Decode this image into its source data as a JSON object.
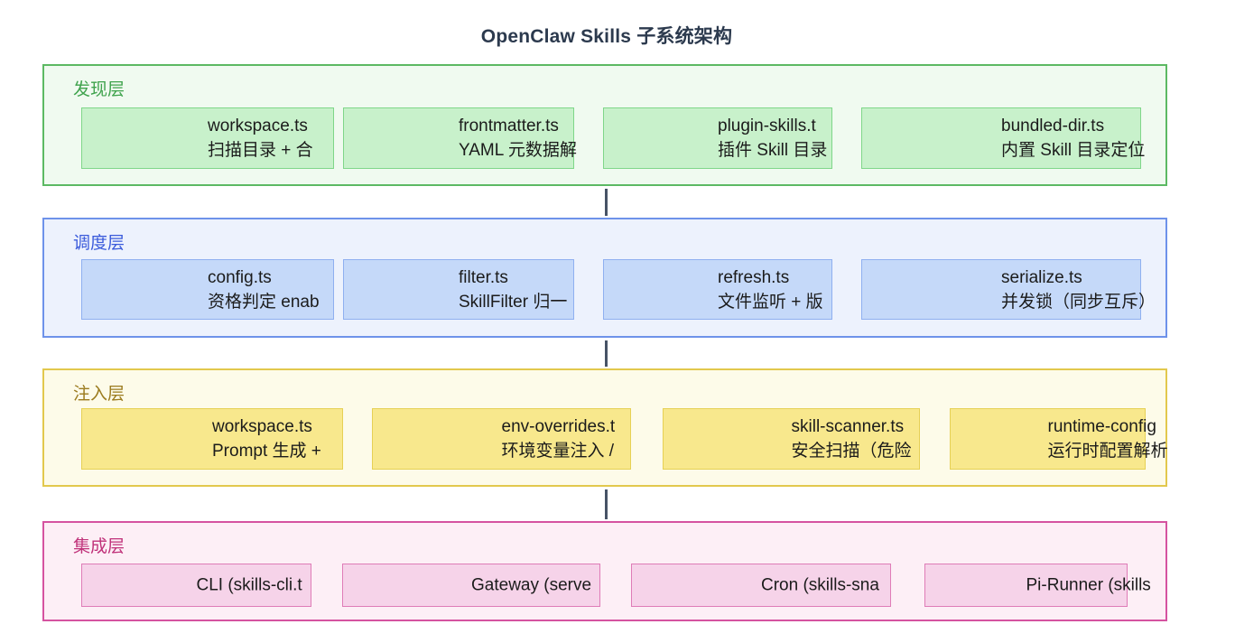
{
  "title": "OpenClaw Skills 子系统架构",
  "title_color": "#2c3a4e",
  "connector_color": "#475366",
  "node_text_color": "#1b1b1b",
  "layers": [
    {
      "name": "发现层",
      "colors": {
        "label": "#3fa34d",
        "container_bg": "#f0faf0",
        "container_border": "#5cb963",
        "box_bg": "#c8f1cb",
        "box_border": "#7fd689"
      },
      "boxes": [
        {
          "line1": "workspace.ts",
          "line2": "扫描目录 + 合"
        },
        {
          "line1": "frontmatter.ts",
          "line2": "YAML 元数据解"
        },
        {
          "line1": "plugin-skills.t",
          "line2": "插件 Skill 目录"
        },
        {
          "line1": "bundled-dir.ts",
          "line2": "内置 Skill 目录定位"
        }
      ]
    },
    {
      "name": "调度层",
      "colors": {
        "label": "#3b5bdb",
        "container_bg": "#edf2fd",
        "container_border": "#6e92ea",
        "box_bg": "#c5d9f9",
        "box_border": "#8fb0f0"
      },
      "boxes": [
        {
          "line1": "config.ts",
          "line2": "资格判定 enab"
        },
        {
          "line1": "filter.ts",
          "line2": "SkillFilter 归一"
        },
        {
          "line1": "refresh.ts",
          "line2": "文件监听 + 版"
        },
        {
          "line1": "serialize.ts",
          "line2": "并发锁（同步互斥）"
        }
      ]
    },
    {
      "name": "注入层",
      "colors": {
        "label": "#9b7b1e",
        "container_bg": "#fdfbe9",
        "container_border": "#e2c84d",
        "box_bg": "#f8e88d",
        "box_border": "#e6d055"
      },
      "boxes": [
        {
          "line1": "workspace.ts",
          "line2": "Prompt 生成 +"
        },
        {
          "line1": "env-overrides.t",
          "line2": "环境变量注入 /"
        },
        {
          "line1": "skill-scanner.ts",
          "line2": "安全扫描（危险"
        },
        {
          "line1": "runtime-config",
          "line2": "运行时配置解析"
        }
      ]
    },
    {
      "name": "集成层",
      "colors": {
        "label": "#c0327a",
        "container_bg": "#fdeff6",
        "container_border": "#d553a0",
        "box_bg": "#f6d3e9",
        "box_border": "#df7cb7"
      },
      "boxes": [
        {
          "line1": "CLI (skills-cli.t"
        },
        {
          "line1": "Gateway (serve"
        },
        {
          "line1": "Cron (skills-sna"
        },
        {
          "line1": "Pi-Runner (skills"
        }
      ]
    }
  ]
}
